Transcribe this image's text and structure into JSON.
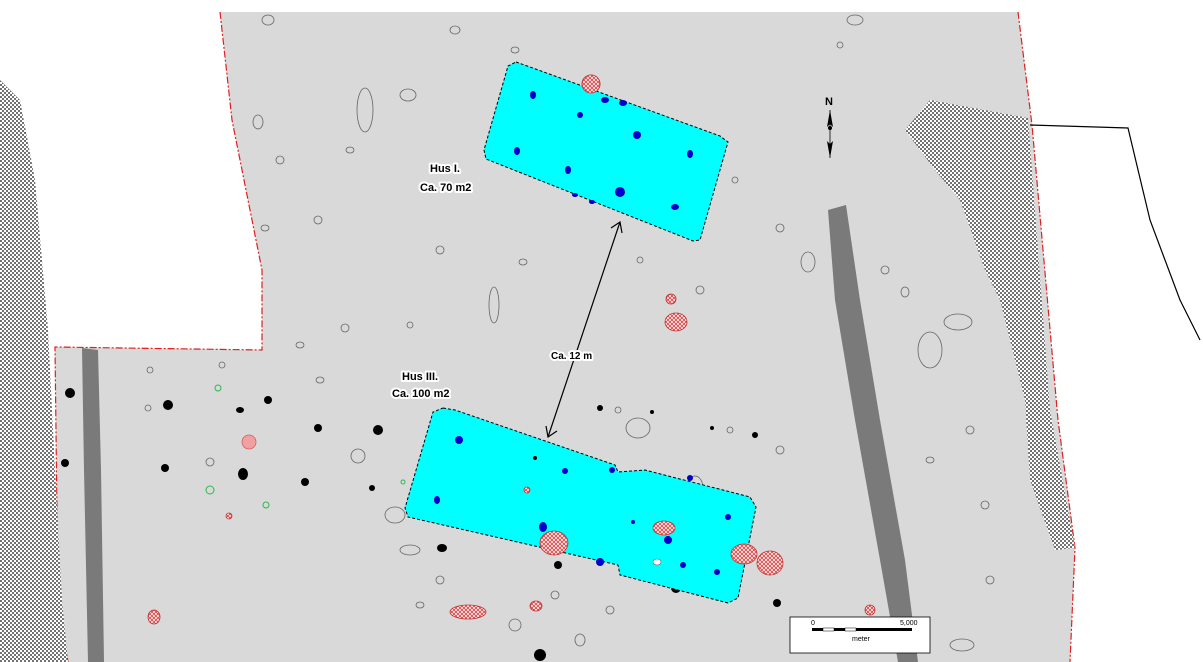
{
  "map": {
    "houses": [
      {
        "id": "hus-1",
        "name": "Hus I.",
        "area": "Ca. 70 m2"
      },
      {
        "id": "hus-3",
        "name": "Hus III.",
        "area": "Ca. 100 m2"
      }
    ],
    "distance_label": "Ca. 12 m",
    "north_label": "N",
    "scale_bar": {
      "start": "0",
      "end": "5,000",
      "unit": "meter"
    },
    "colors": {
      "excavation_area": "#d9d9d9",
      "house_fill": "#00ffff",
      "post_holes": "#0000cc",
      "pits_hatched": "#e05050",
      "ditches": "#7a7a7a",
      "boundary": "#e02020"
    }
  }
}
